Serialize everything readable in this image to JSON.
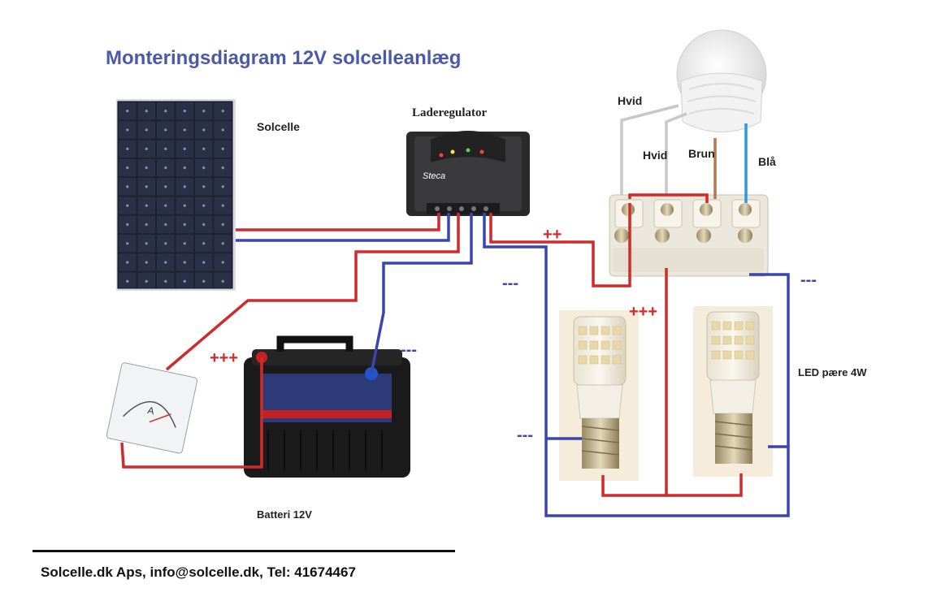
{
  "title": "Monteringsdiagram 12V solcelleanlæg",
  "labels": {
    "solar_panel": "Solcelle",
    "charge_controller": "Laderegulator",
    "battery": "Batteri 12V",
    "led_bulb": "LED pære 4W",
    "wire_white_1": "Hvid",
    "wire_white_2": "Hvid",
    "wire_brown": "Brun",
    "wire_blue": "Blå"
  },
  "polarity": {
    "battery_plus": "+++",
    "battery_minus": "---",
    "controller_plus": "++",
    "controller_minus": "---",
    "led_plus": "+++",
    "led_minus_left": "---",
    "led_minus_right": "---"
  },
  "footer": "Solcelle.dk Aps, info@solcelle.dk, Tel: 41674467",
  "colors": {
    "title": "#4a5aa8",
    "wire_positive": "#d12a2a",
    "wire_negative": "#3a45b0",
    "wire_white": "#c8c8c8",
    "wire_brown": "#b07a55",
    "wire_blue": "#2f9ad6"
  }
}
